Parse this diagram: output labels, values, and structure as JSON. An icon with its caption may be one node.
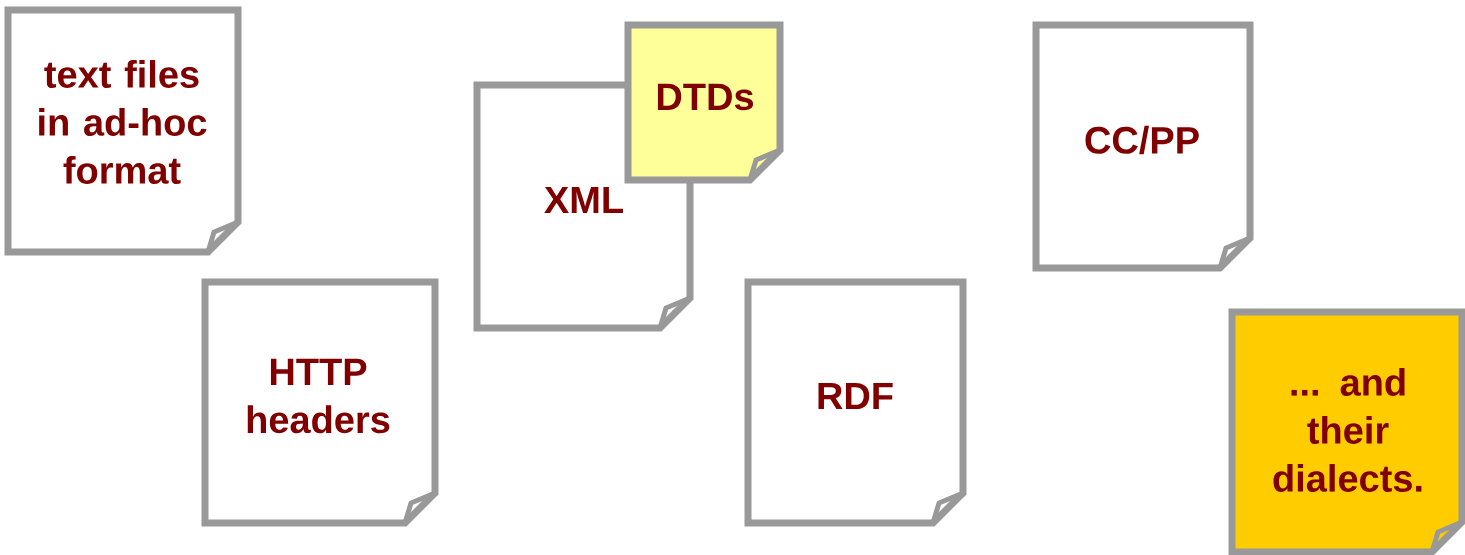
{
  "diagram": {
    "nodes": [
      {
        "text": [
          "text files in ad-hoc format"
        ]
      },
      {
        "text": [
          "HTTP headers"
        ]
      },
      {
        "text": [
          "XML"
        ]
      },
      {
        "text": [
          "DTDs"
        ]
      },
      {
        "text": [
          "RDF"
        ]
      },
      {
        "text": [
          "CC/PP"
        ]
      },
      {
        "text": [
          "... and their dialects."
        ]
      }
    ]
  }
}
